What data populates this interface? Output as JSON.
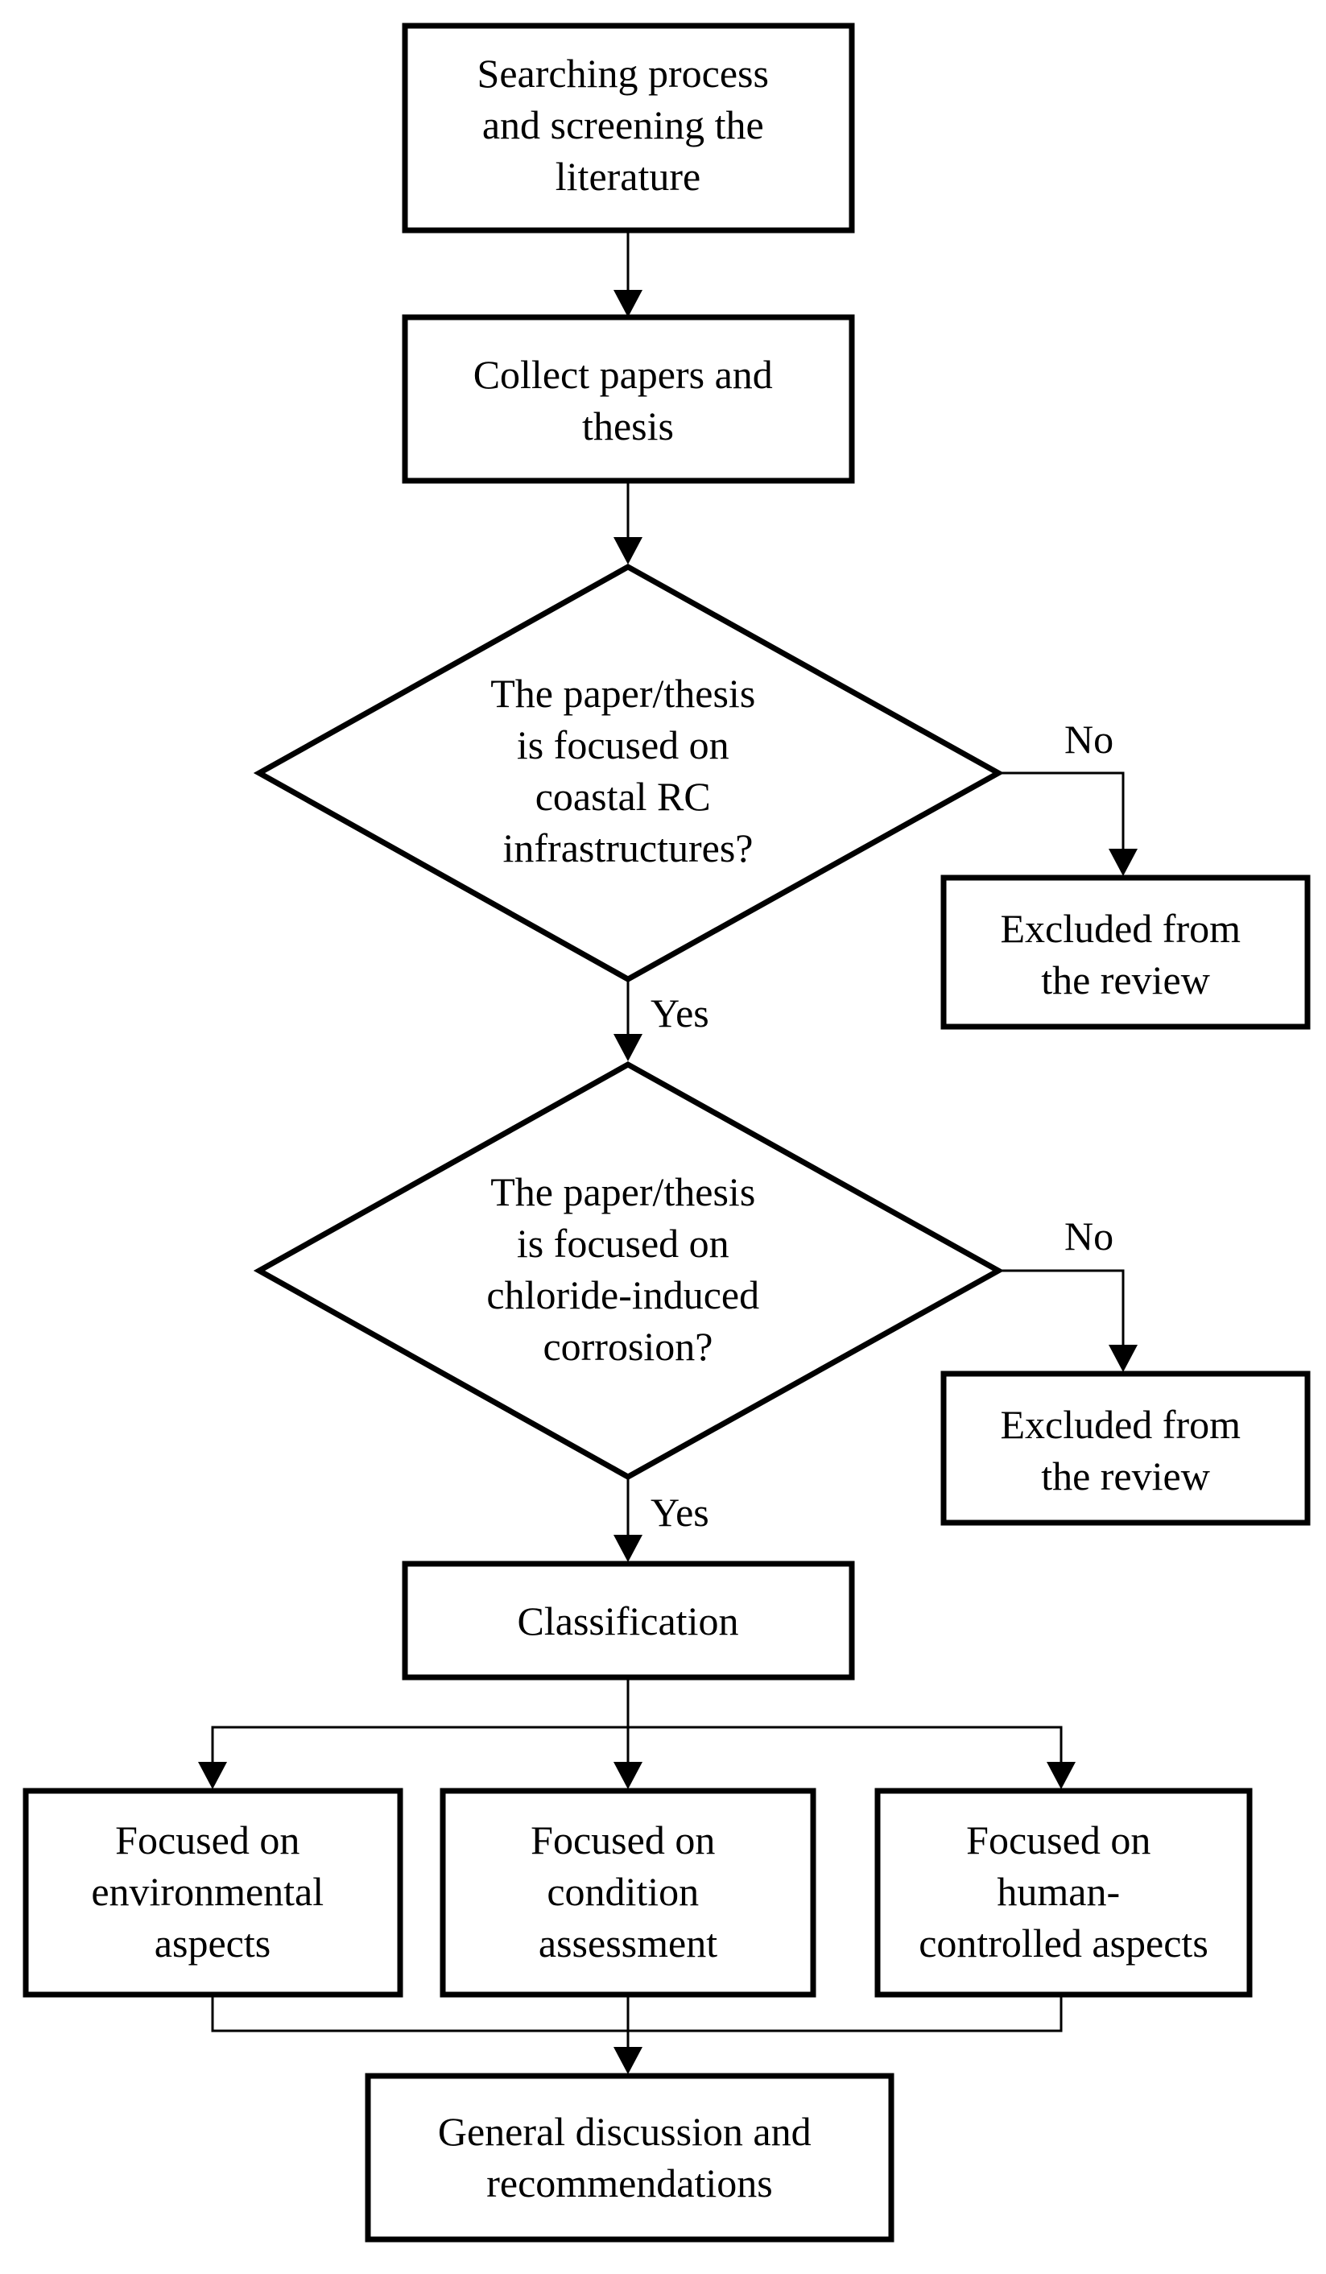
{
  "nodes": {
    "searching": [
      "Searching process",
      "and screening the",
      "literature"
    ],
    "collect": [
      "Collect papers and",
      "thesis"
    ],
    "decision1": [
      "The paper/thesis",
      "is focused on",
      "coastal RC",
      "infrastructures?"
    ],
    "excluded1": [
      "Excluded from",
      "the review"
    ],
    "decision2": [
      "The paper/thesis",
      "is focused on",
      "chloride-induced",
      "corrosion?"
    ],
    "excluded2": [
      "Excluded from",
      "the review"
    ],
    "classification": [
      "Classification"
    ],
    "environmental": [
      "Focused on",
      "environmental",
      "aspects"
    ],
    "condition": [
      "Focused on",
      "condition",
      "assessment"
    ],
    "human": [
      "Focused on",
      "human-",
      "controlled aspects"
    ],
    "general": [
      "General discussion and",
      "recommendations"
    ]
  },
  "edge_labels": {
    "no1": "No",
    "yes1": "Yes",
    "no2": "No",
    "yes2": "Yes"
  }
}
